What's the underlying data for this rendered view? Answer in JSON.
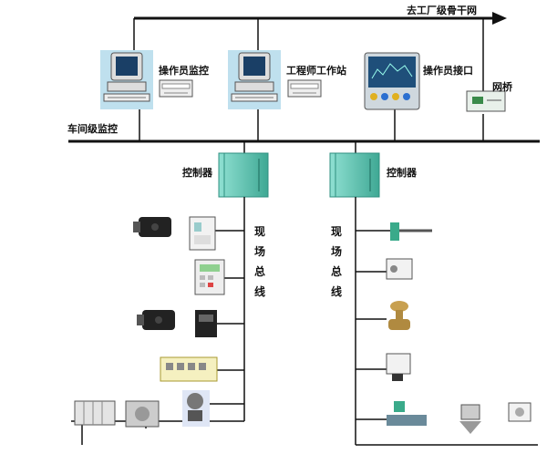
{
  "network": {
    "to_factory_backbone": "去工厂级骨干网",
    "workshop_monitoring": "车间级监控"
  },
  "stations": {
    "operator_monitor": "操作员监控",
    "engineer_station": "工程师工作站",
    "operator_interface": "操作员接口",
    "gateway": "网桥"
  },
  "controllers": {
    "left": "控制器",
    "right": "控制器"
  },
  "fieldbus": {
    "left": [
      "现",
      "场",
      "总",
      "线"
    ],
    "right": [
      "现",
      "场",
      "总",
      "线"
    ]
  },
  "colors": {
    "line": "#111111",
    "cabinet": "#6fcfc0",
    "cabinet_dark": "#2f8f80",
    "pc": "#bfe0ee",
    "screen": "#1a3f66"
  }
}
